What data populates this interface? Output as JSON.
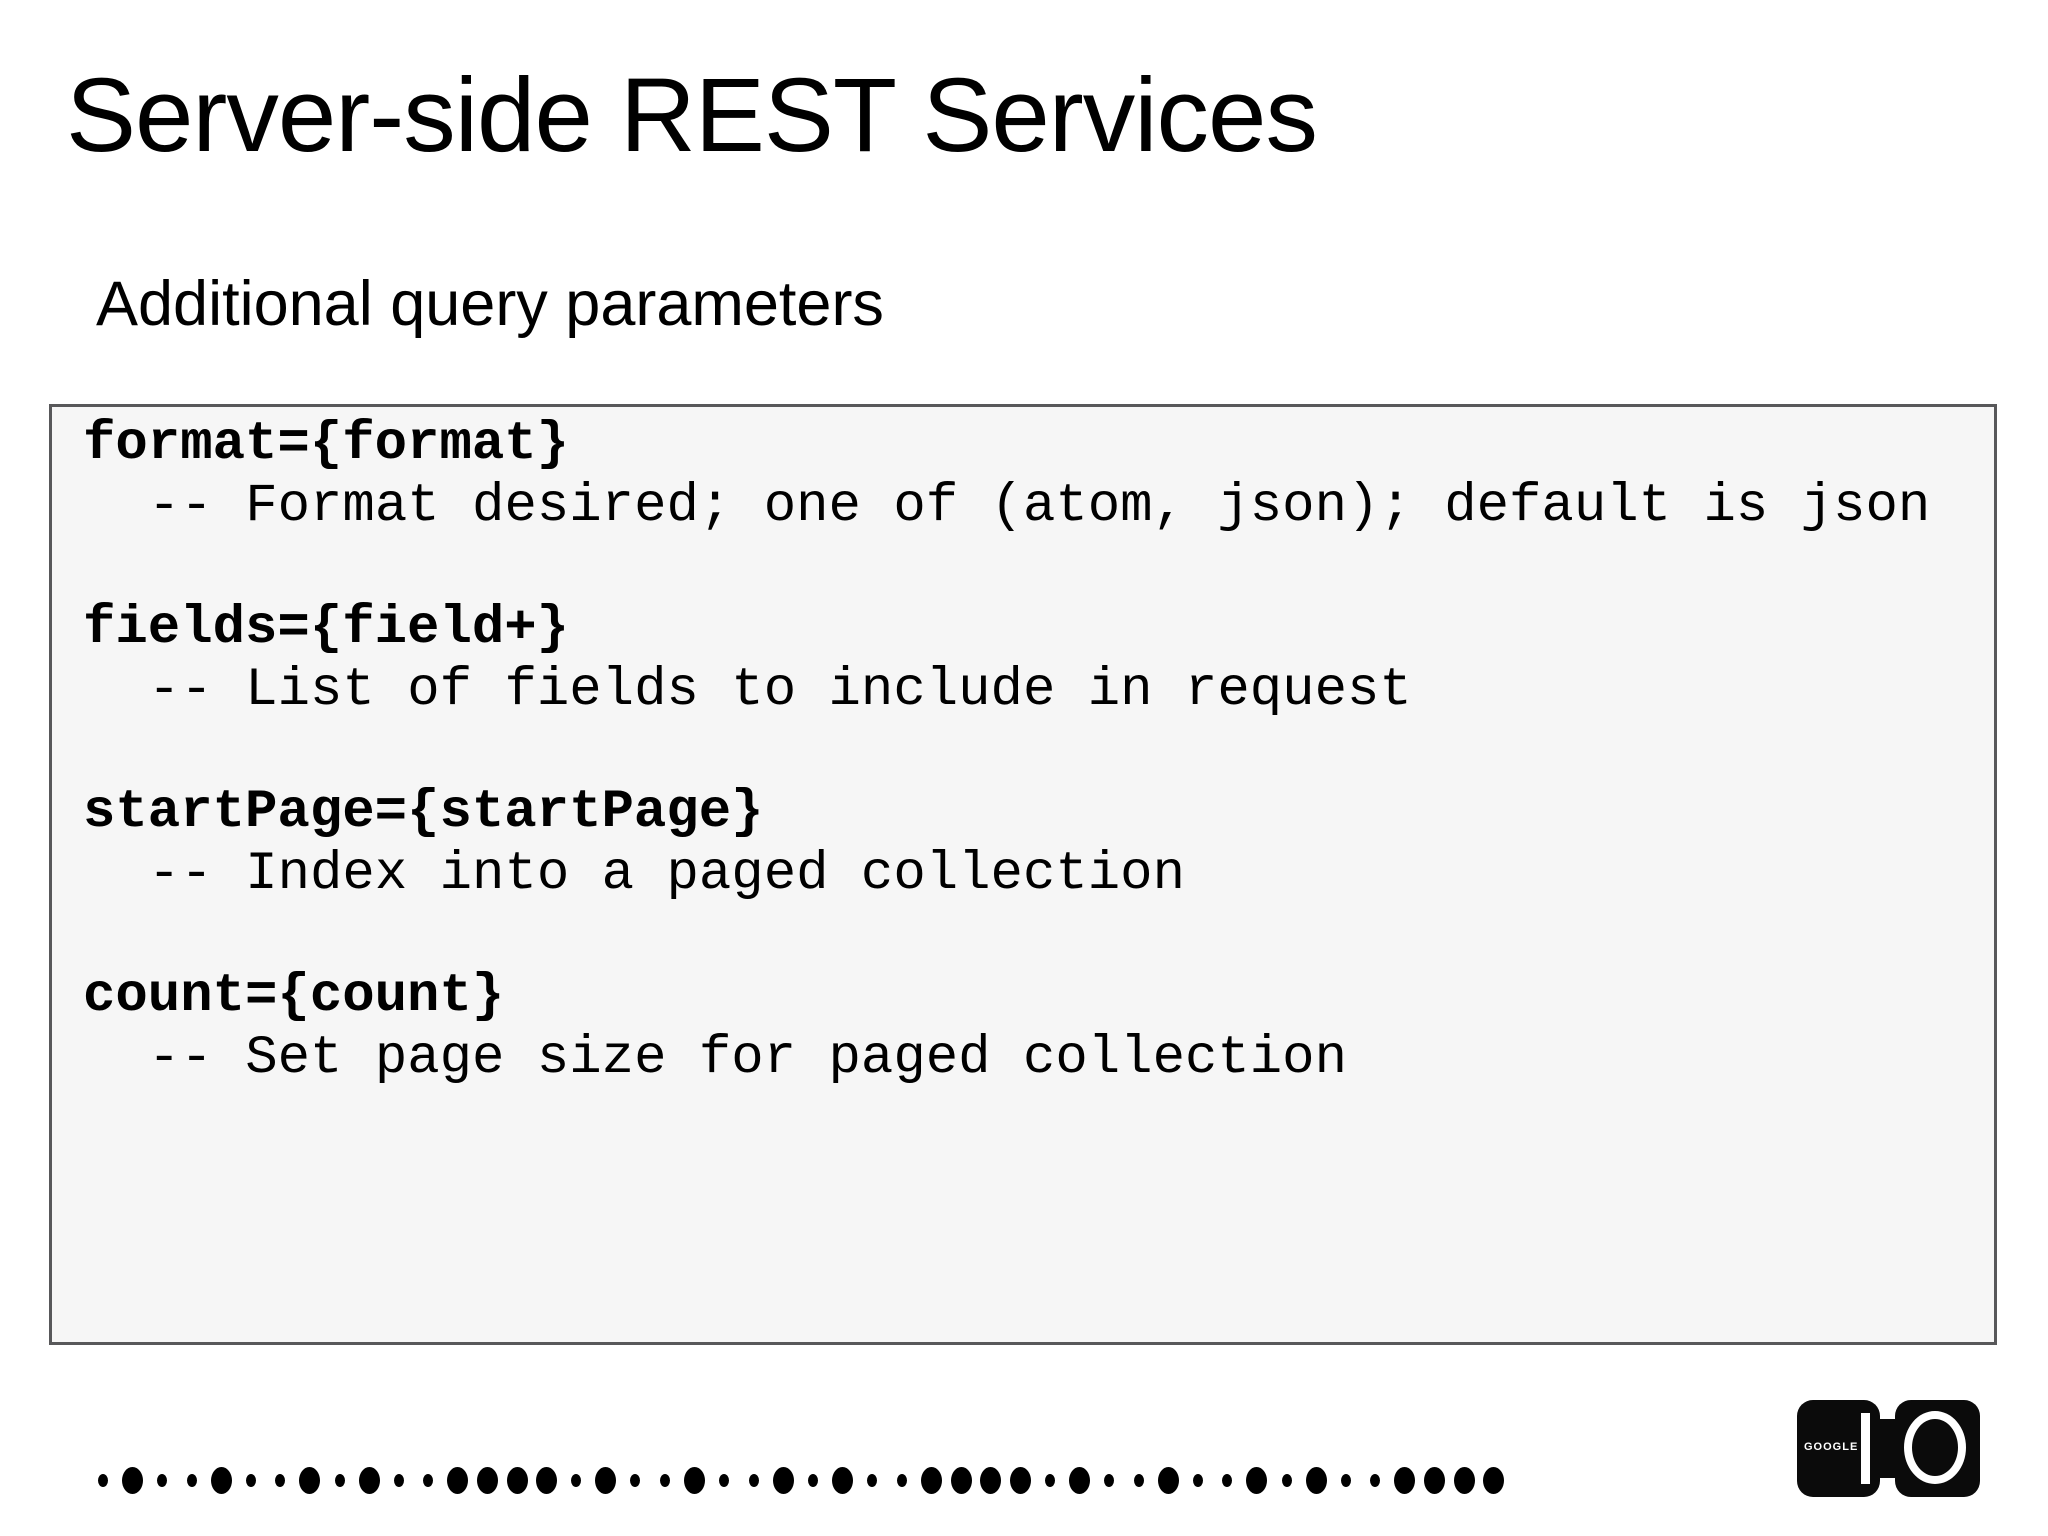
{
  "slide": {
    "title": "Server-side REST Services",
    "subtitle": "Additional query parameters"
  },
  "code_box": {
    "entries": [
      {
        "param": "format={format}",
        "desc": "-- Format desired; one of (atom, json); default is json"
      },
      {
        "param": "fields={field+}",
        "desc": "-- List of fields to include in request"
      },
      {
        "param": "startPage={startPage}",
        "desc": "-- Index into a paged collection"
      },
      {
        "param": "count={count}",
        "desc": "-- Set page size for paged collection"
      }
    ]
  },
  "footer": {
    "dots_pattern": "sLssLssLsLssLLLLsLssLssLsLssLLLLsLssLssLsLssLLLL",
    "logo": {
      "brand": "GOOGLE"
    }
  },
  "colors": {
    "box_background": "#f6f6f6",
    "box_border": "#58585a",
    "text": "#000000",
    "logo_black": "#0b0b0b"
  }
}
